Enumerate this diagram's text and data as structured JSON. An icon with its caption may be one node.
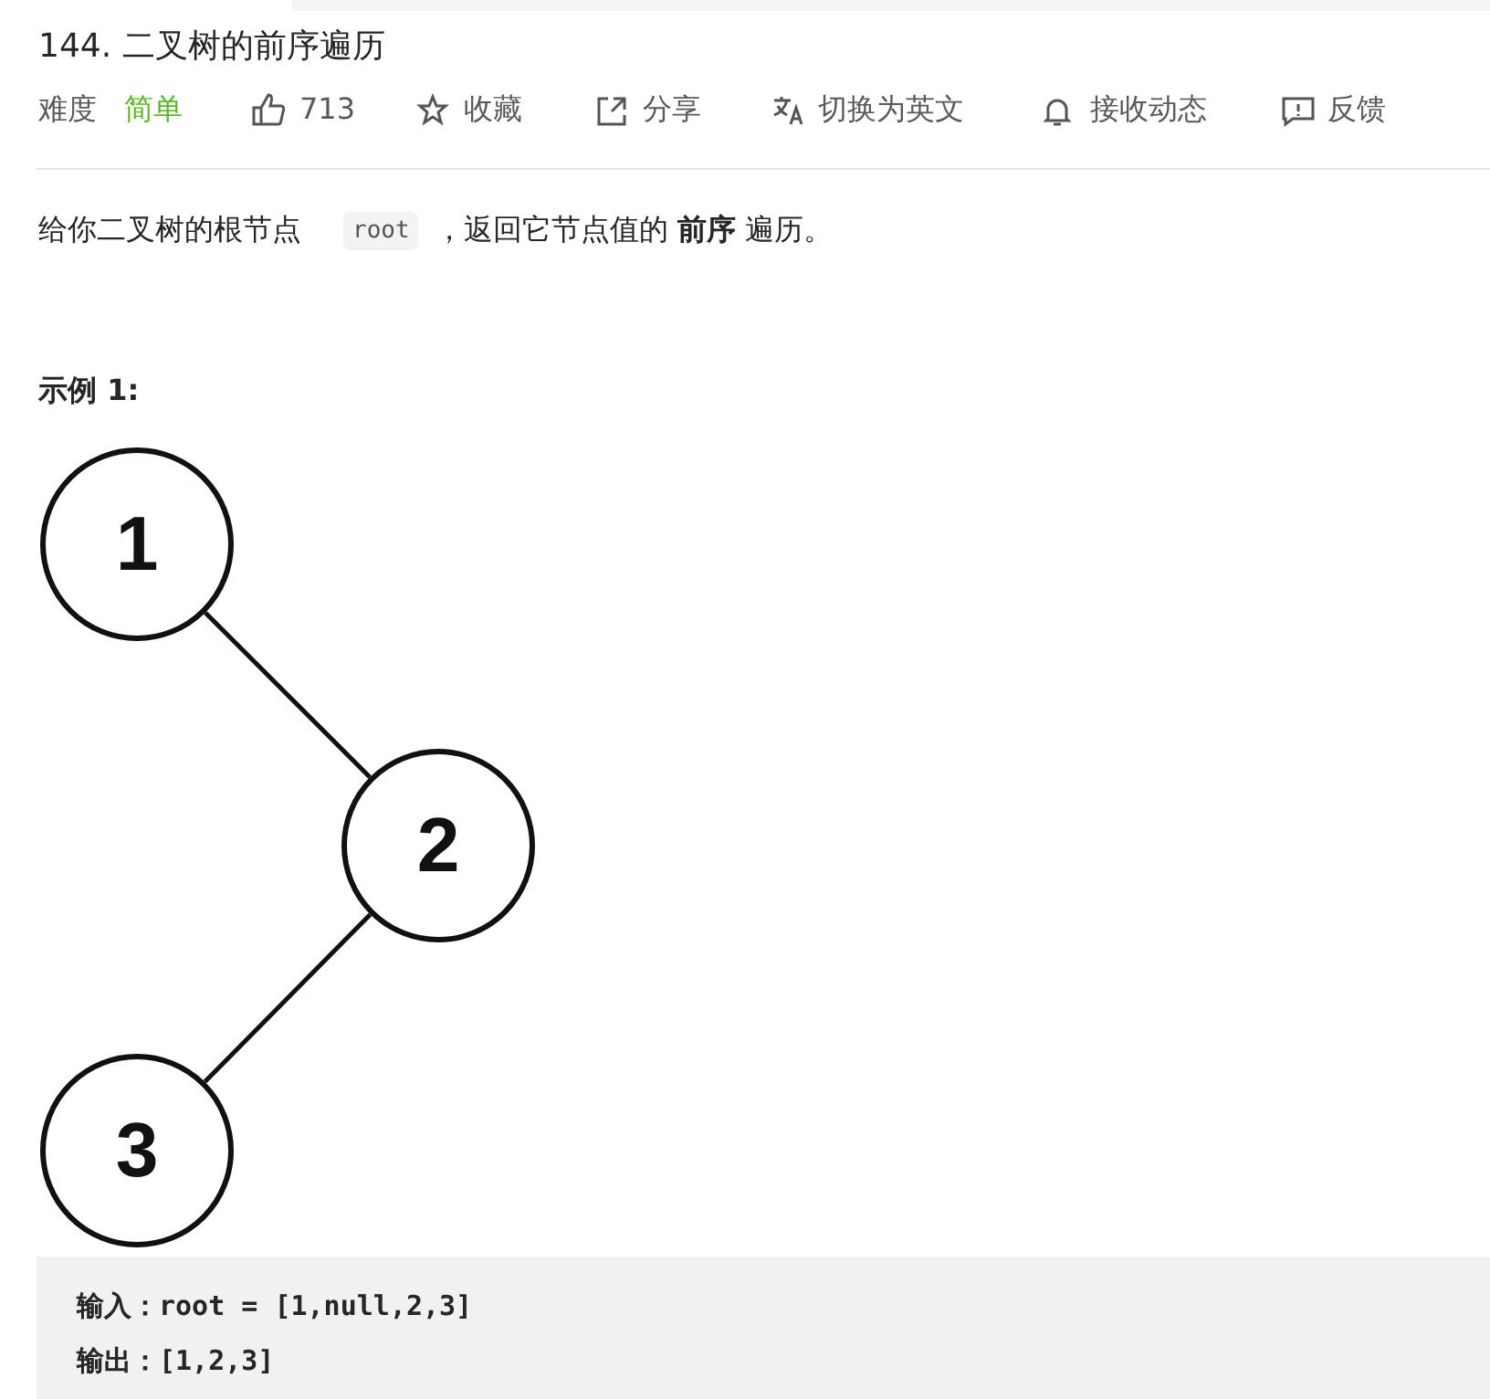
{
  "diagram": {
    "title": "144. 二叉树的前序遍历",
    "nodes": [
      {
        "text": [
          "1"
        ]
      },
      {
        "text": [
          "2"
        ]
      },
      {
        "text": [
          "3"
        ]
      }
    ],
    "edges": [
      {
        "from": 0,
        "to": 1,
        "arrow": "none"
      },
      {
        "from": 1,
        "to": 2,
        "arrow": "none"
      }
    ],
    "labels": [
      "难度",
      "简单",
      "713",
      "收藏",
      "分享",
      "切换为英文",
      "接收动态",
      "反馈",
      "给你二叉树的根节点",
      "root",
      "，返回它节点值的 **前序** 遍历。",
      "示例 1:",
      "输入：root = [1,null,2,3]",
      "输出：[1,2,3]"
    ]
  }
}
